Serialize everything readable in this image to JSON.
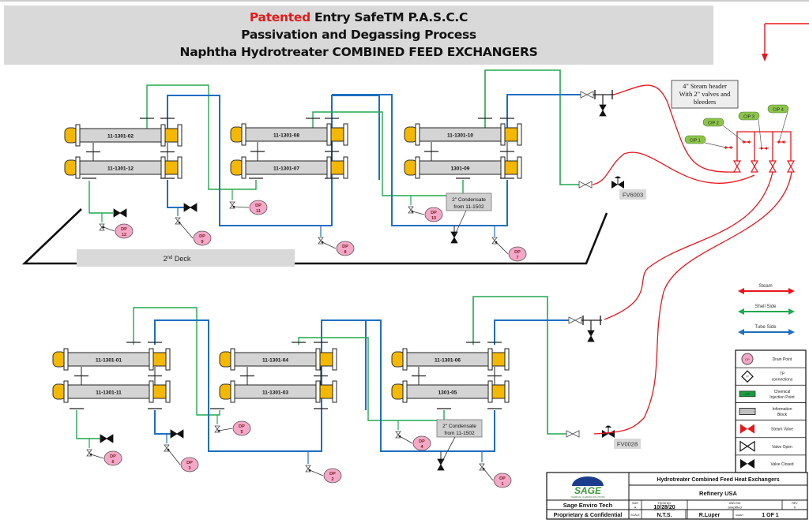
{
  "title": {
    "line1_highlight": "Patented",
    "line1_rest": " Entry SafeTM P.A.S.C.C",
    "line2": "Passivation and Degassing Process",
    "line3": "Naphtha Hydrotreater  COMBINED FEED EXCHANGERS"
  },
  "colors": {
    "steam": "#e8161c",
    "shell_side": "#21a84f",
    "tube_side": "#1e6fc0",
    "exchanger_shell": "#d4d4d4",
    "exchanger_head": "#f5b800",
    "drain_point": "#f5a8c8",
    "cip": "#8cc44a"
  },
  "exchangers": [
    {
      "id": "11-1301-02"
    },
    {
      "id": "11-1301-12"
    },
    {
      "id": "11-1301-08"
    },
    {
      "id": "11-1301-07"
    },
    {
      "id": "11-1301-10"
    },
    {
      "id": "1301-09"
    },
    {
      "id": "11-1301-01"
    },
    {
      "id": "11-1301-11"
    },
    {
      "id": "11-1301-04"
    },
    {
      "id": "11-1301-03"
    },
    {
      "id": "11-1301-06"
    },
    {
      "id": "1301-05"
    }
  ],
  "drain_points": [
    {
      "label": "DP",
      "num": "12"
    },
    {
      "label": "DP",
      "num": "9"
    },
    {
      "label": "DP",
      "num": "11"
    },
    {
      "label": "DP",
      "num": "8"
    },
    {
      "label": "DP",
      "num": "10"
    },
    {
      "label": "DP",
      "num": "7"
    },
    {
      "label": "DP",
      "num": "6"
    },
    {
      "label": "DP",
      "num": "3"
    },
    {
      "label": "DP",
      "num": "5"
    },
    {
      "label": "DP",
      "num": "2"
    },
    {
      "label": "DP",
      "num": "4"
    },
    {
      "label": "DP",
      "num": "1"
    }
  ],
  "condensate_boxes": [
    {
      "line1": "2\" Condensate",
      "line2": "from 11-1502"
    },
    {
      "line1": "2\" Condensate",
      "line2": "from 11-1502"
    }
  ],
  "valve_tags": [
    "FV6003",
    "FV0028"
  ],
  "deck_label": {
    "base": "2",
    "sup": "nd",
    "rest": " Deck"
  },
  "steam_header_note": [
    "4\" Steam header",
    "With 2\" valves and",
    "bleeders"
  ],
  "cip_points": [
    "CIP 1",
    "CIP 2",
    "CIP 3",
    "CIP 4"
  ],
  "flow_legend": [
    {
      "label": "Steam",
      "color": "#e8161c"
    },
    {
      "label": "Shell Side",
      "color": "#21a84f"
    },
    {
      "label": "Tube Side",
      "color": "#1e6fc0"
    }
  ],
  "symbol_legend": [
    {
      "icon": "drain-point",
      "symbol_text": "DP",
      "label_lines": [
        "Drain Point"
      ]
    },
    {
      "icon": "tp-connection",
      "symbol_text": "TP",
      "label_lines": [
        "TP",
        "connections"
      ]
    },
    {
      "icon": "chemical-injection",
      "symbol_text": "CIP",
      "label_lines": [
        "Chemical",
        "Injection Point"
      ]
    },
    {
      "icon": "information-block",
      "symbol_text": "",
      "label_lines": [
        "Information",
        "Block"
      ]
    },
    {
      "icon": "steam-valve",
      "symbol_text": "",
      "label_lines": [
        "Steam Valve"
      ]
    },
    {
      "icon": "valve-open",
      "symbol_text": "",
      "label_lines": [
        "Valve Open"
      ]
    },
    {
      "icon": "valve-closed",
      "symbol_text": "",
      "label_lines": [
        "Valve Closed"
      ]
    }
  ],
  "title_block": {
    "drawing_title": "Hydrotreater Combined Feed  Heat Exchangers",
    "client": "Refinery USA",
    "company": "Sage Enviro Tech",
    "confidential": "Proprietary & Confidential",
    "logo_text": "SAGE",
    "logo_tagline": "CHEMICAL CLEANING SOLUTIONS",
    "size_label": "SIZE",
    "size_value": "A",
    "fscm_label": "FSCM NO",
    "fscm_value": "10/28/20",
    "dwg_label": "DWG NO",
    "dwg_value": "Simplified",
    "rev_label": "REV",
    "rev_value": "0",
    "scale_label": "SCALE",
    "scale_value": "N.T.S.",
    "author": "R.Luper",
    "sheet_label": "SHEET",
    "sheet_value": "1 OF 1"
  }
}
